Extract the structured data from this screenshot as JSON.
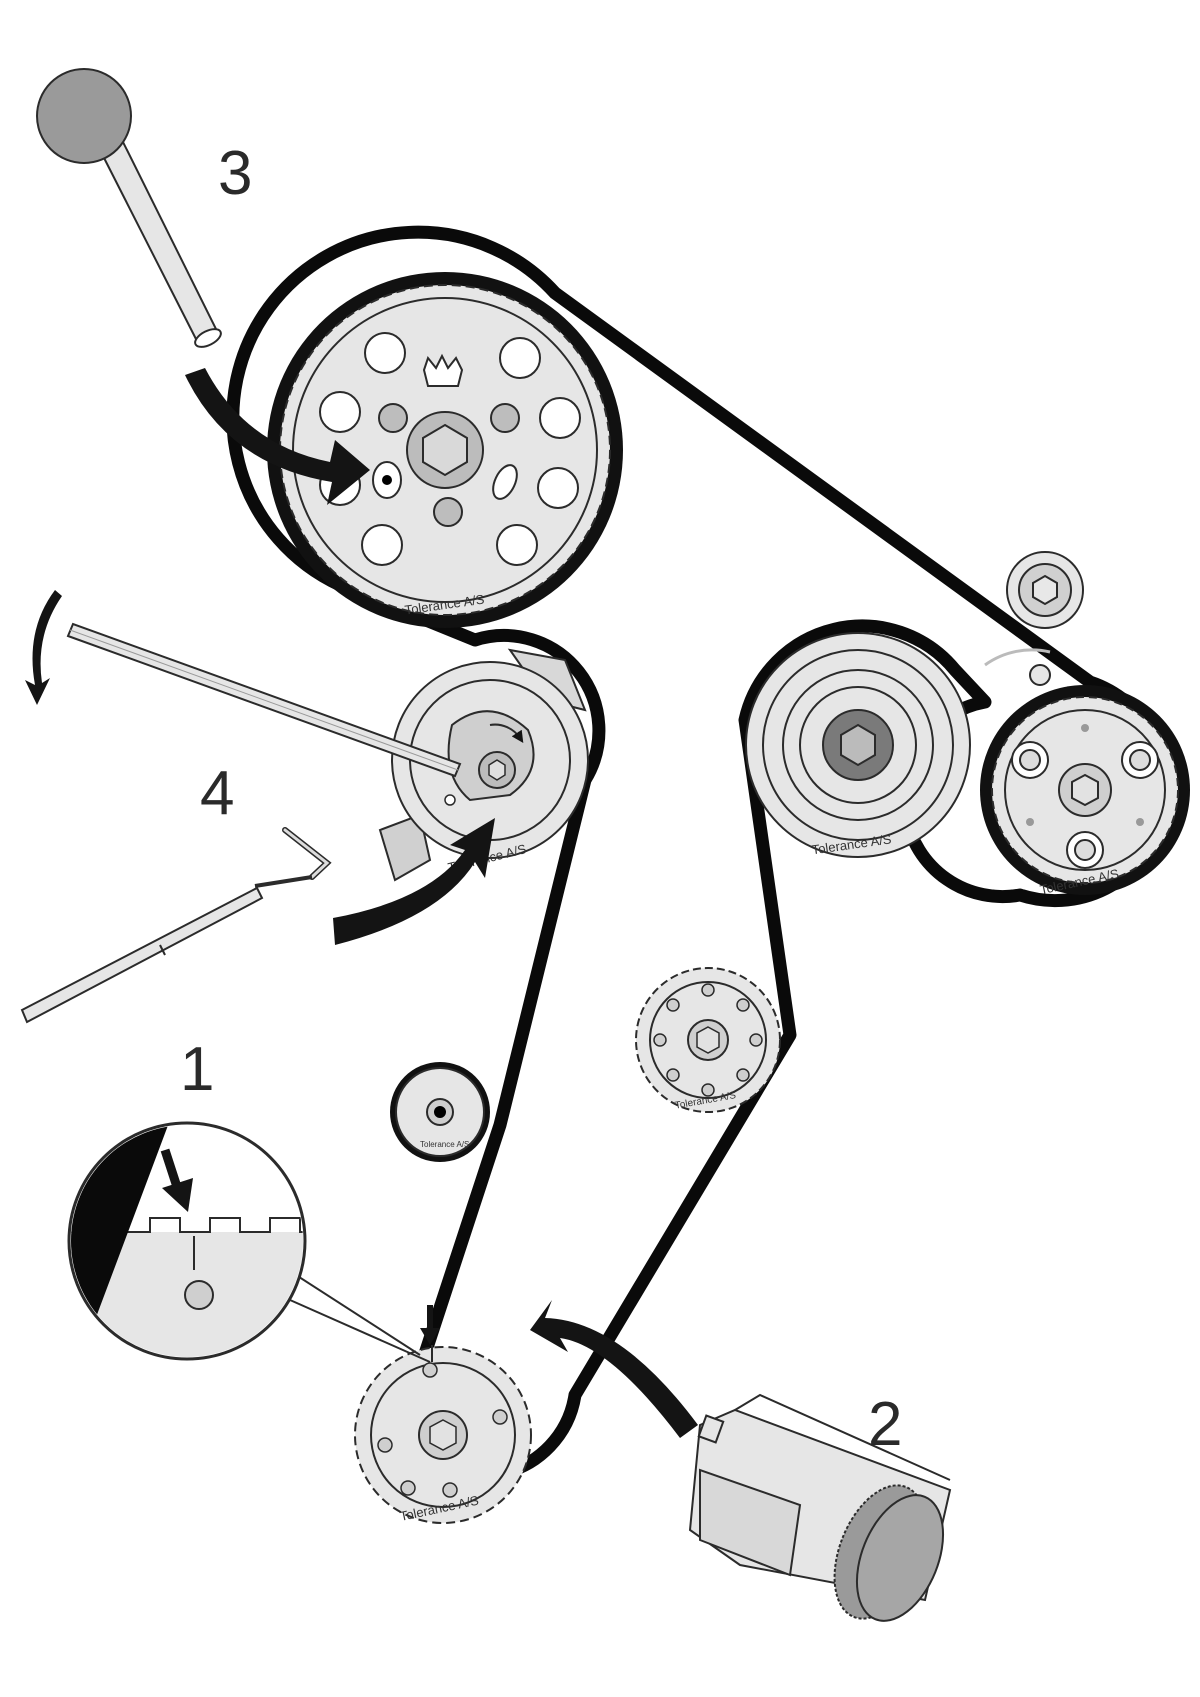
{
  "steps": [
    {
      "label": "1"
    },
    {
      "label": "2"
    },
    {
      "label": "3"
    },
    {
      "label": "4"
    }
  ],
  "brand_label": "Tolerance A/S",
  "colors": {
    "belt": "#0a0a0a",
    "pulley_face": "#e6e6e6",
    "outline": "#2b2b2b",
    "tool_grey": "#9a9a9a",
    "arrow": "#141414"
  },
  "icons": [
    "camshaft-sprocket-icon",
    "tensioner-pulley-icon",
    "idler-pulley-icon",
    "crankshaft-sprocket-icon",
    "water-pump-sprocket-icon",
    "locking-pin-tool-icon",
    "crank-locking-tool-icon",
    "hex-key-tool-icon",
    "allen-wrench-tool-icon",
    "rotation-arrow-icon",
    "magnifier-detail-icon"
  ]
}
